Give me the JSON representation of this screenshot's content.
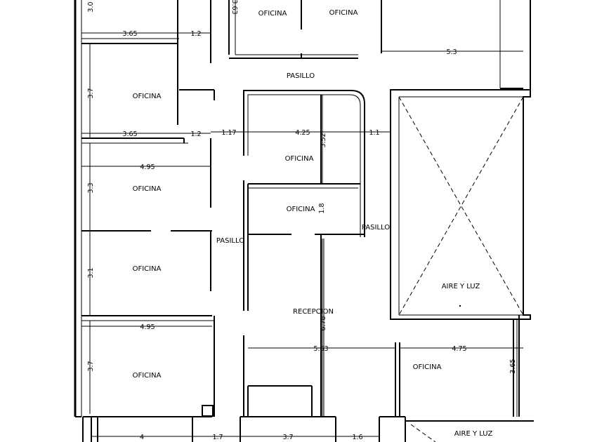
{
  "plan": {
    "rooms": {
      "oficina_top_mid1": "OFICINA",
      "oficina_top_mid2": "OFICINA",
      "pasillo_top": "PASILLO",
      "oficina_left_2": "OFICINA",
      "oficina_center_1": "OFICINA",
      "oficina_left_3": "OFICINA",
      "oficina_center_2": "OFICINA",
      "pasillo_right": "PASILLO",
      "pasillo_left": "PASILLO",
      "oficina_left_4": "OFICINA",
      "aire_luz_1": "AIRE Y LUZ",
      "recepcion": "RECEPCION",
      "oficina_left_5": "OFICINA",
      "oficina_right_bottom": "OFICINA",
      "aire_luz_2": "AIRE Y LUZ"
    },
    "dimensions": {
      "d_3_0": "3.0",
      "d_3_65_top": "3.65",
      "d_1_2_top": "1.2",
      "d_3_63": "3.63",
      "d_5_3": "5.3",
      "d_3_7_a": "3.7",
      "d_3_65_mid": "3.65",
      "d_1_2_mid": "1.2",
      "d_1_17": "1.17",
      "d_4_25": "4.25",
      "d_3_52": "3.52",
      "d_1_1": "1.1",
      "d_4_95_a": "4.95",
      "d_3_3": "3.3",
      "d_1_8": "1.8",
      "d_3_1": "3.1",
      "d_6_78": "6.78",
      "d_4_95_b": "4.95",
      "d_5_63": "5.63",
      "d_4_75": "4.75",
      "d_3_7_b": "3.7",
      "d_3_65_right": "3.65",
      "d_4": "4",
      "d_1_7": "1.7",
      "d_3_7_c": "3.7",
      "d_1_6": "1.6"
    }
  }
}
